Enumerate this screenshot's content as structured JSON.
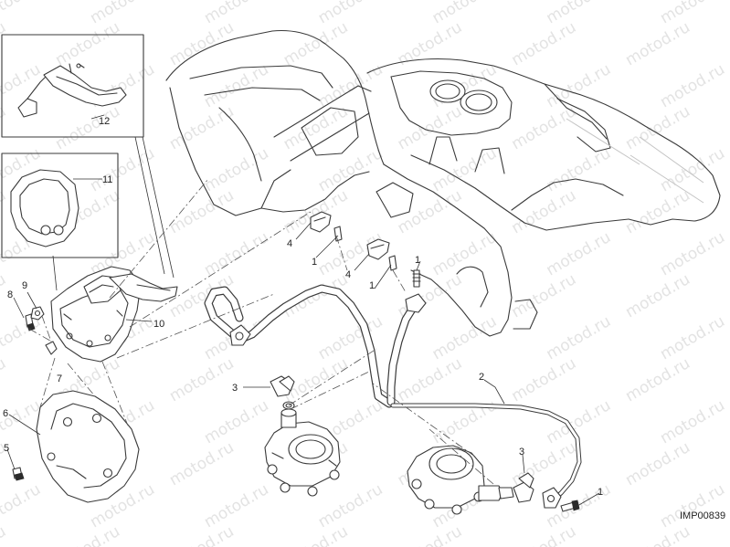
{
  "diagram": {
    "image_code": "IMP00839",
    "watermark_text": "motod.ru",
    "callouts": [
      {
        "id": "c1a",
        "text": "1"
      },
      {
        "id": "c1b",
        "text": "1"
      },
      {
        "id": "c1c",
        "text": "1"
      },
      {
        "id": "c1d",
        "text": "1"
      },
      {
        "id": "c2",
        "text": "2"
      },
      {
        "id": "c3a",
        "text": "3"
      },
      {
        "id": "c3b",
        "text": "3"
      },
      {
        "id": "c4a",
        "text": "4"
      },
      {
        "id": "c4b",
        "text": "4"
      },
      {
        "id": "c5",
        "text": "5"
      },
      {
        "id": "c6",
        "text": "6"
      },
      {
        "id": "c7",
        "text": "7"
      },
      {
        "id": "c8",
        "text": "8"
      },
      {
        "id": "c9",
        "text": "9"
      },
      {
        "id": "c10",
        "text": "10"
      },
      {
        "id": "c11",
        "text": "11"
      },
      {
        "id": "c12",
        "text": "12"
      }
    ]
  }
}
